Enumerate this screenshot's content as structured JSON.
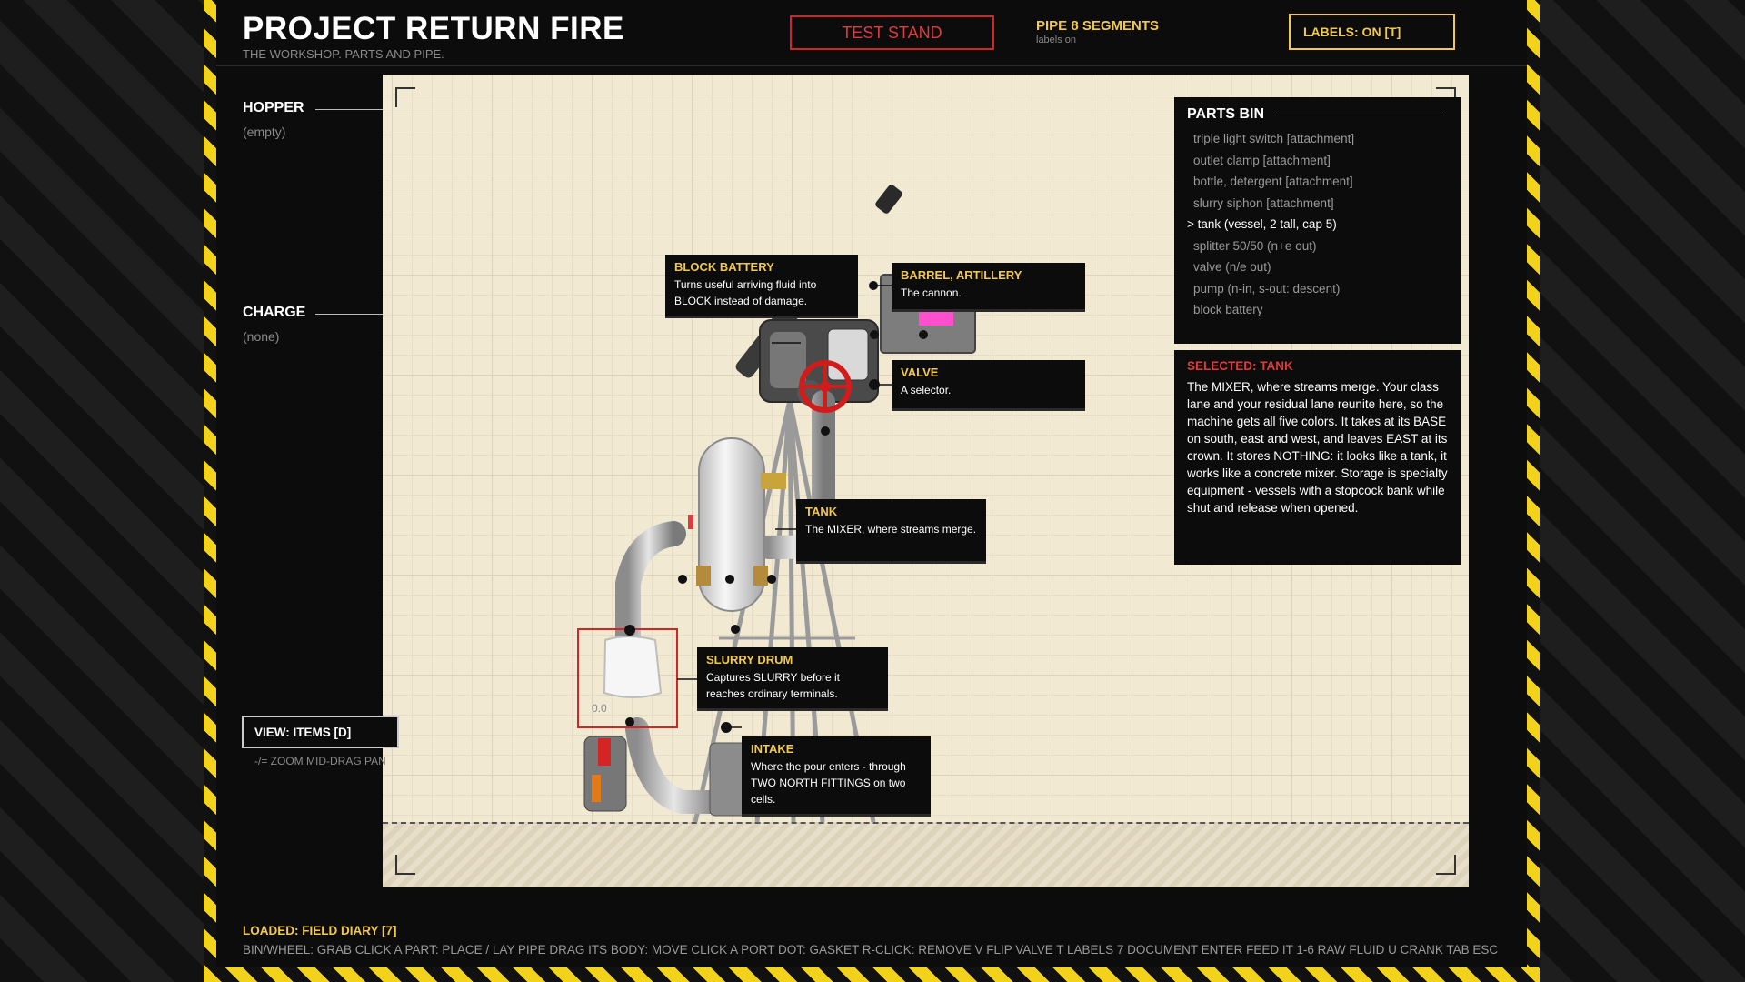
{
  "header": {
    "title": "PROJECT RETURN FIRE",
    "subtitle": "THE WORKSHOP. PARTS AND PIPE.",
    "test_stand": "TEST STAND",
    "pipe_segments": "PIPE 8 SEGMENTS",
    "pipe_sub": "labels on",
    "labels_toggle": "LABELS: ON  [T]"
  },
  "sidebar": {
    "hopper_label": "HOPPER",
    "hopper_value": "(empty)",
    "charge_label": "CHARGE",
    "charge_value": "(none)",
    "view_button": "VIEW: ITEMS  [D]",
    "zoom_hint": "-/= ZOOM   MID-DRAG PAN"
  },
  "canvas": {
    "drum_reading": "0.0",
    "callouts": [
      {
        "title": "BLOCK BATTERY",
        "desc": "Turns useful arriving fluid into BLOCK instead of damage."
      },
      {
        "title": "BARREL, ARTILLERY",
        "desc": "The cannon."
      },
      {
        "title": "VALVE",
        "desc": "A selector."
      },
      {
        "title": "TANK",
        "desc": "The MIXER, where streams merge."
      },
      {
        "title": "SLURRY DRUM",
        "desc": "Captures SLURRY before it reaches ordinary terminals."
      },
      {
        "title": "INTAKE",
        "desc": "Where the pour enters - through TWO NORTH FITTINGS on two cells."
      }
    ]
  },
  "parts_bin": {
    "title": "PARTS BIN",
    "items": [
      "triple light switch [attachment]",
      "outlet clamp [attachment]",
      "bottle, detergent [attachment]",
      "slurry siphon [attachment]",
      "> tank (vessel, 2 tall, cap 5)",
      "splitter 50/50 (n+e out)",
      "valve (n/e out)",
      "pump (n-in, s-out: descent)",
      "block battery"
    ],
    "selected_index": 4
  },
  "selected": {
    "heading": "SELECTED: TANK",
    "body": "The MIXER, where streams merge. Your class lane and your residual lane reunite here, so the machine gets all five colors. It takes at its BASE on south, east and west, and leaves EAST at its crown. It stores NOTHING: it looks like a tank, it works like a concrete mixer. Storage is specialty equipment - vessels with a stopcock bank while shut and release when opened."
  },
  "footer": {
    "loaded": "LOADED: FIELD DIARY  [7]",
    "keys": "BIN/WHEEL: GRAB    CLICK A PART: PLACE / LAY PIPE    DRAG ITS BODY: MOVE    CLICK A PORT DOT: GASKET    R-CLICK: REMOVE    V FLIP VALVE    T LABELS    7 DOCUMENT    ENTER FEED IT    1-6 RAW FLUID    U CRANK    TAB    ESC"
  },
  "colors": {
    "accent_yellow": "#f2c94c",
    "alert_red": "#e03a3a",
    "canvas_bg": "#f1e9d2"
  }
}
